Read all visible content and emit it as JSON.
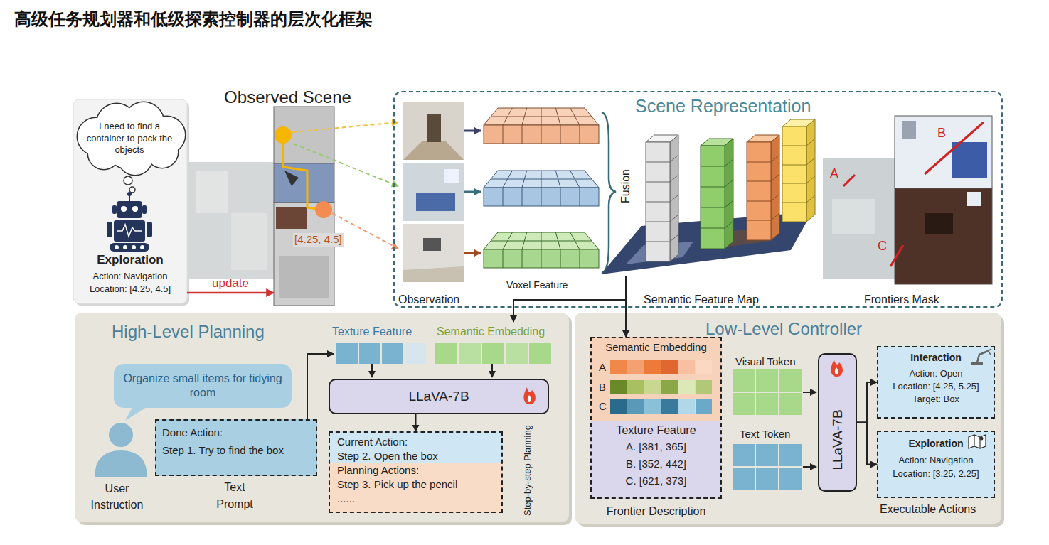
{
  "diagram": {
    "title": "高级任务规划器和低级探索控制器的层次化框架",
    "nodes": [
      {
        "text": [
          "Exploration",
          "Action: Navigation",
          "Location: [4.25, 4.5]"
        ]
      },
      {
        "text": [
          "I need to find a container to pack the objects"
        ],
        "in": 0
      },
      {
        "text": [
          "Observed Scene",
          "[4.25, 4.5]"
        ]
      },
      {
        "text": [
          "Scene Representation"
        ]
      },
      {
        "text": [
          "High-Level Planning"
        ]
      },
      {
        "text": [
          "Organize small items for tidying room"
        ],
        "in": 4
      },
      {
        "text": [
          "Done Action:",
          "Step 1. Try to find the box",
          "Text Prompt"
        ],
        "in": 4
      },
      {
        "text": [
          "LLaVA-7B"
        ],
        "in": 4
      },
      {
        "text": [
          "Current Action:",
          "Step 2. Open the box",
          "Planning Actions:",
          "Step 3. Pick up the pencil",
          "......"
        ],
        "in": 4
      },
      {
        "text": [
          "Low-Level Controller"
        ]
      },
      {
        "text": [
          "Semantic Embedding",
          "A",
          "B",
          "C",
          "Texture Feature",
          "A. [381, 365]",
          "B. [352, 442]",
          "C. [621, 373]",
          "Frontier Description"
        ],
        "in": 9
      },
      {
        "text": [
          "LLaVA-7B"
        ],
        "in": 9
      },
      {
        "text": [
          "Interaction",
          "Action: Open",
          "Location: [4.25, 5.25]",
          "Target: Box"
        ],
        "in": 9
      },
      {
        "text": [
          "Exploration",
          "Action: Navigation",
          "Location: [3.25, 2.25]"
        ],
        "in": 9
      }
    ],
    "edges": [
      {
        "from": 0,
        "to": 2,
        "label": "update",
        "arrow": "to"
      },
      {
        "from": 3,
        "to": 10,
        "arrow": "to"
      },
      {
        "from": 7,
        "to": 8,
        "arrow": "to"
      },
      {
        "from": 11,
        "to": 12,
        "arrow": "to"
      },
      {
        "from": 11,
        "to": 13,
        "arrow": "to"
      }
    ],
    "labels": [
      "Observation",
      "Voxel Feature",
      "Fusion",
      "Semantic Feature Map",
      "A",
      "B",
      "C",
      "Frontiers Mask",
      "User Instruction",
      "Texture Feature",
      "Semantic Embedding",
      "Step-by-step Planning",
      "Visual Token",
      "Text Token",
      "Executable Actions"
    ]
  }
}
